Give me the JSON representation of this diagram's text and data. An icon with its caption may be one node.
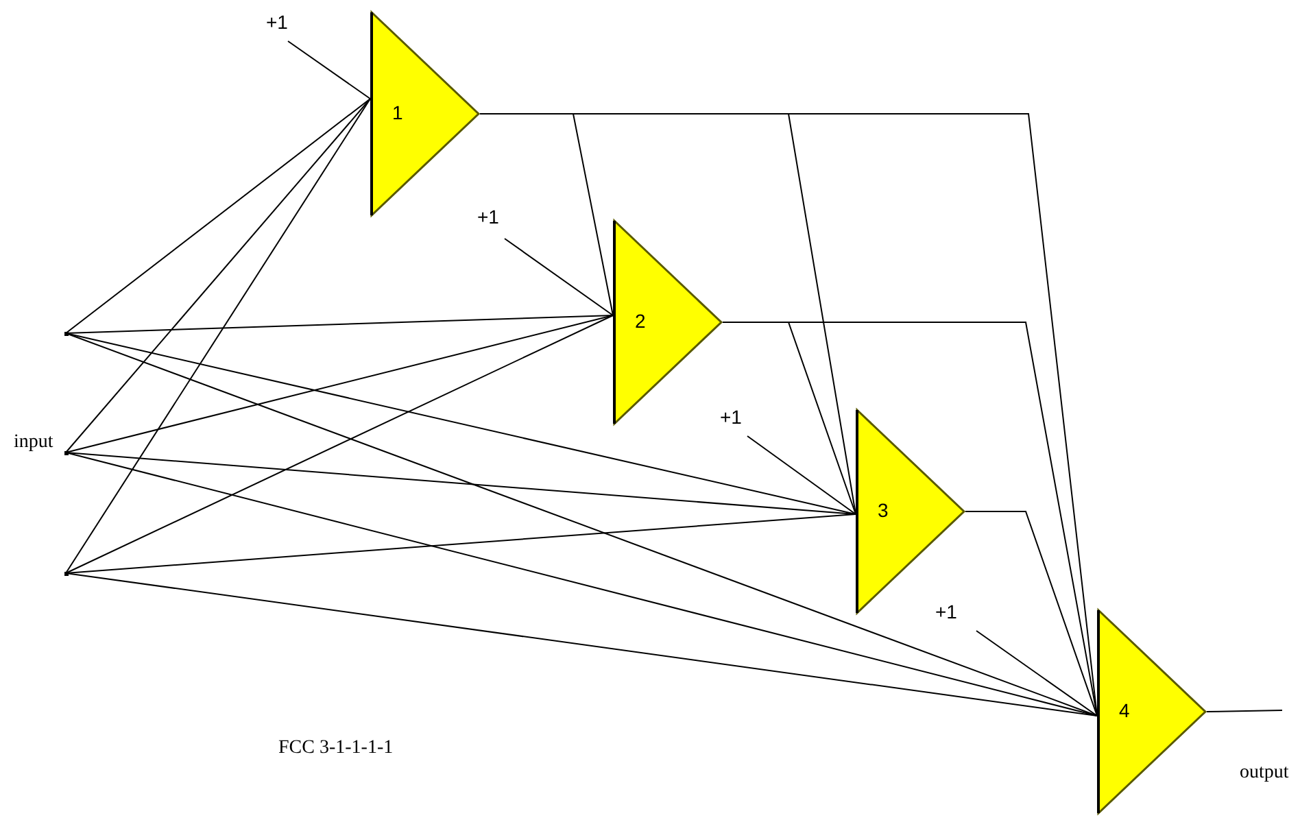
{
  "diagram": {
    "nodes": [
      {
        "text": [],
        "shape": "point"
      },
      {
        "text": [],
        "shape": "point"
      },
      {
        "text": [],
        "shape": "point"
      },
      {
        "text": [
          "+1"
        ]
      },
      {
        "text": [
          "1"
        ]
      },
      {
        "text": [
          "+1"
        ]
      },
      {
        "text": [
          "2"
        ]
      },
      {
        "text": [
          "+1"
        ]
      },
      {
        "text": [
          "3"
        ]
      },
      {
        "text": [
          "+1"
        ]
      },
      {
        "text": [
          "4"
        ]
      }
    ],
    "edges": [
      {
        "from": 0,
        "to": 4,
        "arrow": "none"
      },
      {
        "from": 1,
        "to": 4,
        "arrow": "none"
      },
      {
        "from": 2,
        "to": 4,
        "arrow": "none"
      },
      {
        "from": 0,
        "to": 6,
        "arrow": "none"
      },
      {
        "from": 1,
        "to": 6,
        "arrow": "none"
      },
      {
        "from": 2,
        "to": 6,
        "arrow": "none"
      },
      {
        "from": 0,
        "to": 8,
        "arrow": "none"
      },
      {
        "from": 1,
        "to": 8,
        "arrow": "none"
      },
      {
        "from": 2,
        "to": 8,
        "arrow": "none"
      },
      {
        "from": 0,
        "to": 10,
        "arrow": "none"
      },
      {
        "from": 1,
        "to": 10,
        "arrow": "none"
      },
      {
        "from": 2,
        "to": 10,
        "arrow": "none"
      },
      {
        "from": 3,
        "to": 4,
        "arrow": "none"
      },
      {
        "from": 5,
        "to": 6,
        "arrow": "none"
      },
      {
        "from": 7,
        "to": 8,
        "arrow": "none"
      },
      {
        "from": 9,
        "to": 10,
        "arrow": "none"
      },
      {
        "from": 4,
        "to": 6,
        "arrow": "none"
      },
      {
        "from": 4,
        "to": 8,
        "arrow": "none"
      },
      {
        "from": 4,
        "to": 10,
        "arrow": "none"
      },
      {
        "from": 6,
        "to": 8,
        "arrow": "none"
      },
      {
        "from": 6,
        "to": 10,
        "arrow": "none"
      },
      {
        "from": 8,
        "to": 10,
        "arrow": "none"
      },
      {
        "from": 10,
        "to": null,
        "arrow": "none"
      }
    ],
    "labels": [
      "input",
      "FCC 3-1-1-1-1",
      "output"
    ]
  }
}
